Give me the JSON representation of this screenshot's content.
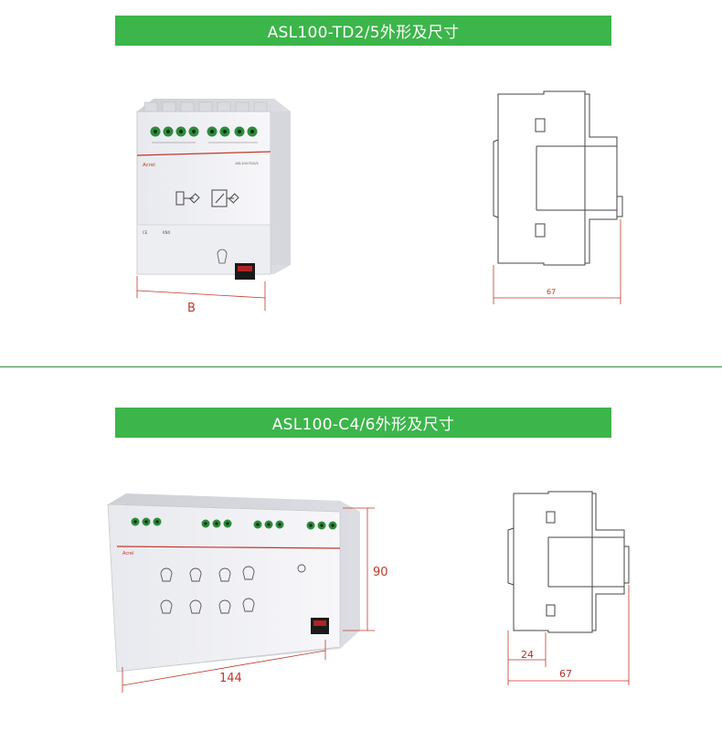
{
  "sections": [
    {
      "title": "ASL100-TD2/5外形及尺寸",
      "product_front": {
        "brand": "Acrel",
        "model_label": "ASL100-TD2/5",
        "width_dim": "B"
      },
      "side_drawing": {
        "depth_dim": "67"
      }
    },
    {
      "title": "ASL100-C4/6外形及尺寸",
      "product_front": {
        "brand": "Acrel",
        "width_dim": "144",
        "height_dim": "90"
      },
      "side_drawing": {
        "offset_dim": "24",
        "depth_dim": "67"
      }
    }
  ],
  "colors": {
    "banner": "#3cb54a",
    "divider": "#3a8f3a",
    "dimension": "#c0392b",
    "terminal": "#2e8b3a"
  }
}
